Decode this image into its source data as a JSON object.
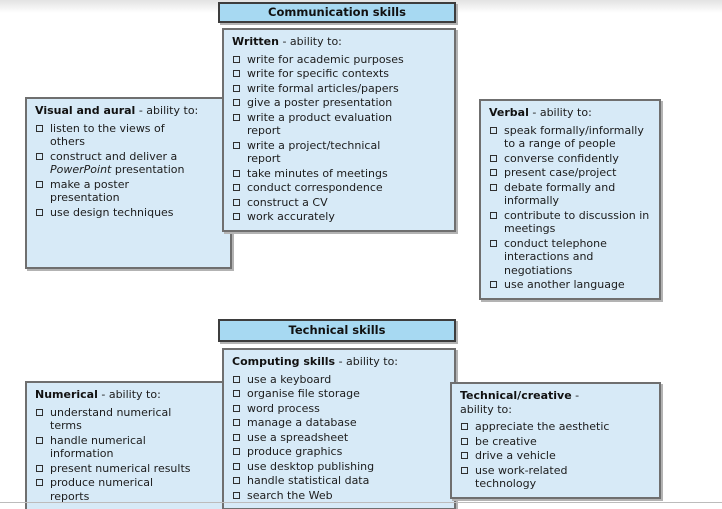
{
  "colors": {
    "header_fill": "#a7d9f2",
    "box_fill": "#d7eaf7",
    "box_border": "#6f6f6f",
    "header_border": "#3d3d3d",
    "shadow": "#b3b3b3",
    "text": "#1c1c1c"
  },
  "sections": [
    {
      "header": "Communication skills",
      "boxes": [
        {
          "id": "visual-and-aural",
          "title": "Visual and aural",
          "suffix": " - ability to:",
          "items": [
            "listen to the views of others",
            "construct and deliver a *PowerPoint* presentation",
            "make a poster presentation",
            "use design techniques"
          ]
        },
        {
          "id": "written",
          "title": "Written",
          "suffix": " - ability to:",
          "items": [
            "write for academic purposes",
            "write for specific contexts",
            "write formal articles/papers",
            "give a poster presentation",
            "write a product evaluation report",
            "write a project/technical report",
            "take minutes of meetings",
            "conduct correspondence",
            "construct a CV",
            "work accurately"
          ]
        },
        {
          "id": "verbal",
          "title": "Verbal",
          "suffix": " - ability to:",
          "items": [
            "speak formally/informally to a range of people",
            "converse confidently",
            "present case/project",
            "debate formally and informally",
            "contribute to discussion in meetings",
            "conduct telephone interactions and negotiations",
            "use another language"
          ]
        }
      ]
    },
    {
      "header": "Technical skills",
      "boxes": [
        {
          "id": "numerical",
          "title": "Numerical",
          "suffix": " - ability to:",
          "items": [
            "understand numerical terms",
            "handle numerical information",
            "present numerical results",
            "produce numerical reports"
          ]
        },
        {
          "id": "computing-skills",
          "title": "Computing skills",
          "suffix": " - ability to:",
          "items": [
            "use a keyboard",
            "organise file storage",
            "word process",
            "manage a database",
            "use a spreadsheet",
            "produce graphics",
            "use desktop publishing",
            "handle statistical data",
            "search the Web"
          ]
        },
        {
          "id": "technical-creative",
          "title": "Technical/creative",
          "suffix": " -",
          "title_line2": "ability to:",
          "items": [
            "appreciate the aesthetic",
            "be creative",
            "drive a vehicle",
            "use work-related technology"
          ]
        }
      ]
    }
  ]
}
